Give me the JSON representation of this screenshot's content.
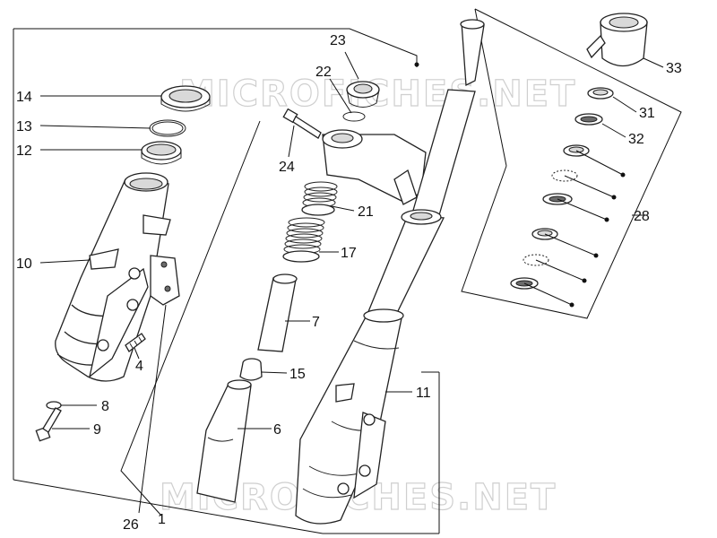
{
  "watermark": "MICROFICHES.NET",
  "labels": [
    {
      "id": "14",
      "text": "14"
    },
    {
      "id": "13",
      "text": "13"
    },
    {
      "id": "12",
      "text": "12"
    },
    {
      "id": "10",
      "text": "10"
    },
    {
      "id": "4",
      "text": "4"
    },
    {
      "id": "8",
      "text": "8"
    },
    {
      "id": "9",
      "text": "9"
    },
    {
      "id": "26",
      "text": "26"
    },
    {
      "id": "1",
      "text": "1"
    },
    {
      "id": "23",
      "text": "23"
    },
    {
      "id": "22",
      "text": "22"
    },
    {
      "id": "24",
      "text": "24"
    },
    {
      "id": "21",
      "text": "21"
    },
    {
      "id": "17",
      "text": "17"
    },
    {
      "id": "7",
      "text": "7"
    },
    {
      "id": "15",
      "text": "15"
    },
    {
      "id": "6",
      "text": "6"
    },
    {
      "id": "11",
      "text": "11"
    },
    {
      "id": "33",
      "text": "33"
    },
    {
      "id": "31",
      "text": "31"
    },
    {
      "id": "32",
      "text": "32"
    },
    {
      "id": "28",
      "text": "28"
    }
  ]
}
